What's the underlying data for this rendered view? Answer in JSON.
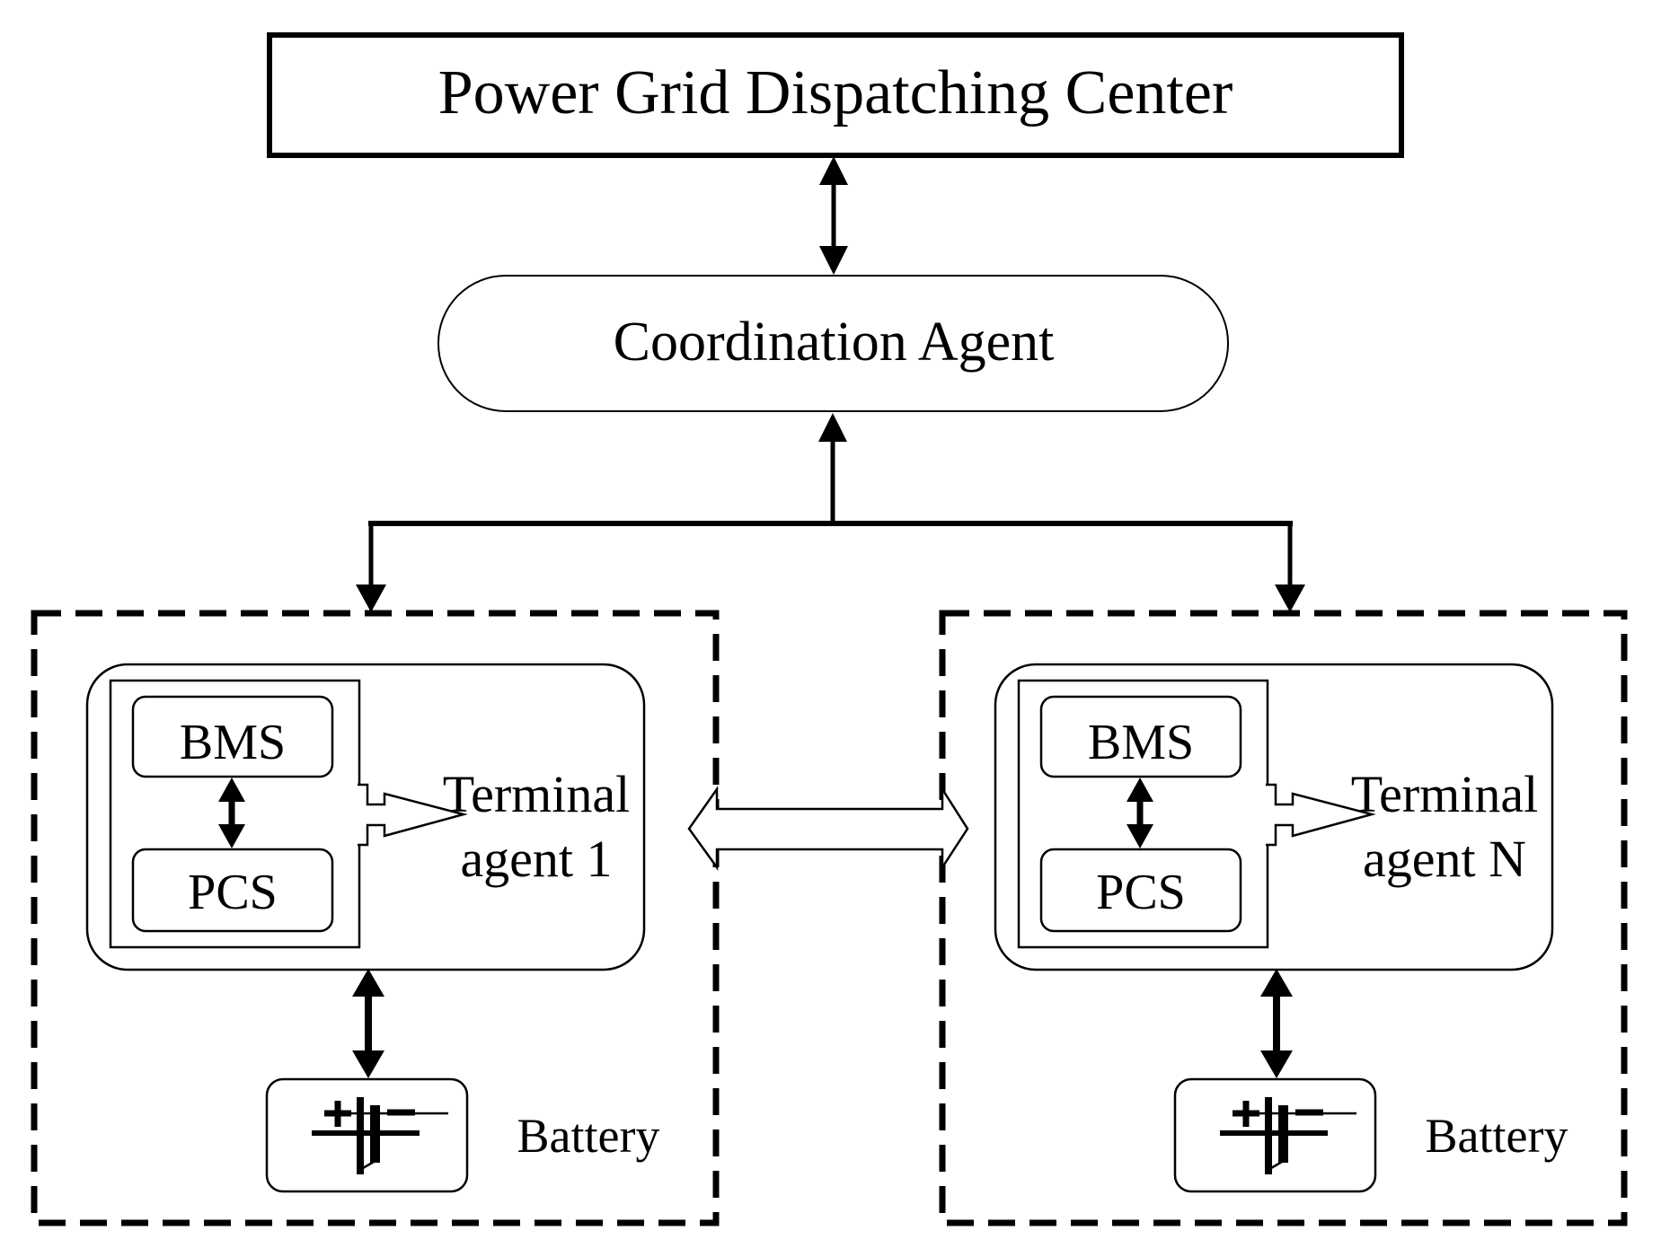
{
  "diagram": {
    "title": "Power Grid Dispatching Center",
    "coordination": "Coordination Agent",
    "terminals": [
      {
        "bms": "BMS",
        "pcs": "PCS",
        "agent_line1": "Terminal",
        "agent_line2": "agent 1",
        "battery_label": "Battery"
      },
      {
        "bms": "BMS",
        "pcs": "PCS",
        "agent_line1": "Terminal",
        "agent_line2": "agent N",
        "battery_label": "Battery"
      }
    ],
    "colors": {
      "ink": "#000000",
      "background": "#ffffff"
    }
  }
}
